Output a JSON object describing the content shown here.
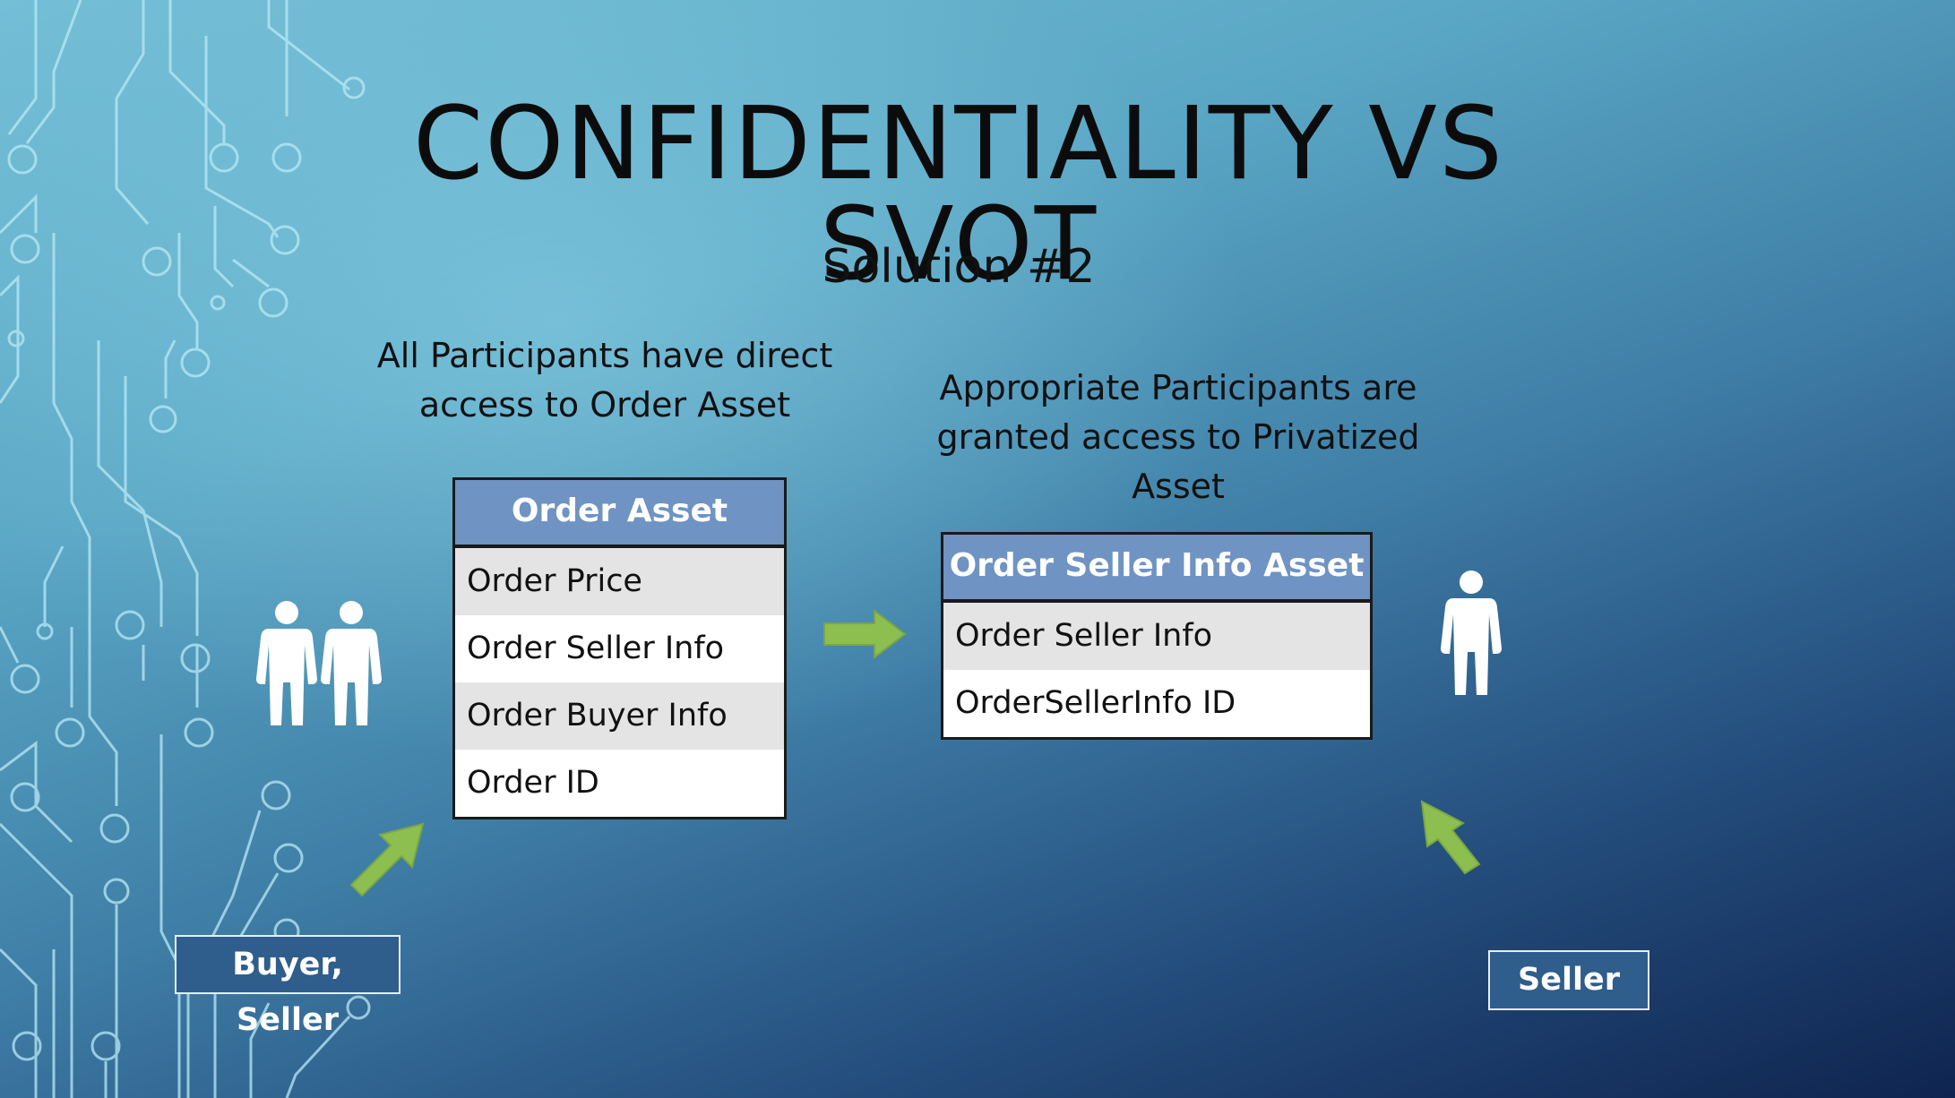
{
  "title": "CONFIDENTIALITY VS SVOT",
  "subtitle": "Solution #2",
  "left_caption": "All Participants have direct access to Order Asset",
  "right_caption": "Appropriate Participants are granted access to Privatized Asset",
  "order_asset": {
    "header": "Order Asset",
    "rows": [
      "Order Price",
      "Order Seller Info",
      "Order Buyer Info",
      "Order ID"
    ]
  },
  "seller_info_asset": {
    "header": "Order Seller Info Asset",
    "rows": [
      "Order Seller Info",
      "OrderSellerInfo ID"
    ]
  },
  "labels": {
    "buyer_seller": "Buyer, Seller",
    "seller": "Seller"
  },
  "icons": [
    "two-people-icon",
    "person-icon",
    "arrow-up-right-icon",
    "arrow-right-icon",
    "arrow-up-left-icon"
  ],
  "colors": {
    "asset_header": "#6f93c2",
    "label_box": "#2f5d8c",
    "arrow": "#8cbf4f"
  }
}
